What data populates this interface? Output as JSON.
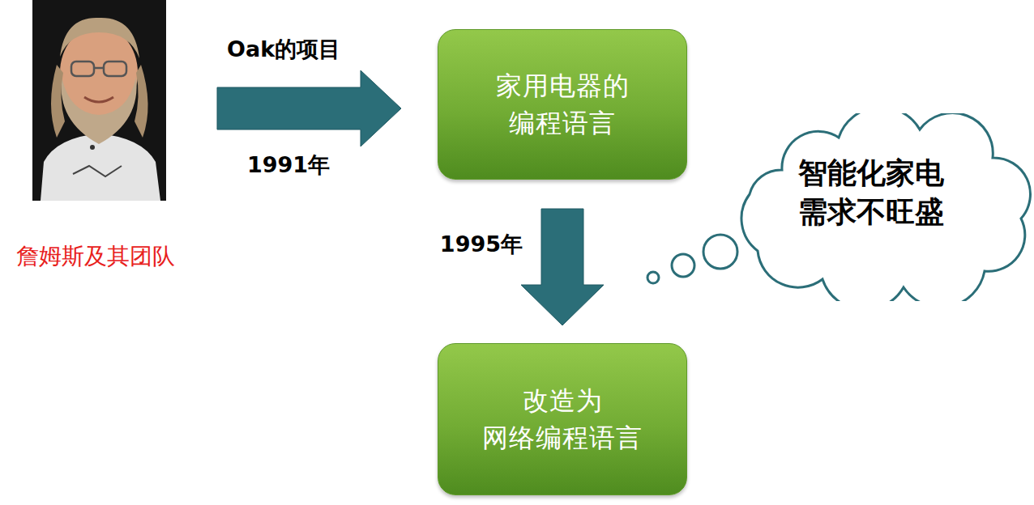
{
  "diagram": {
    "nodes": [
      {
        "text": [
          "詹姆斯及其团队"
        ]
      },
      {
        "text": [
          "家用电器的 编程语言"
        ]
      },
      {
        "text": [
          "改造为 网络编程语言"
        ]
      },
      {
        "text": [
          "智能化家电 需求不旺盛"
        ]
      }
    ],
    "edges": [
      {
        "from": 0,
        "to": 1,
        "arrow": "to",
        "label": "Oak的项目"
      },
      {
        "from": 1,
        "to": 2,
        "arrow": "to",
        "label": "1995年"
      }
    ],
    "labels": [
      "1991年"
    ]
  }
}
